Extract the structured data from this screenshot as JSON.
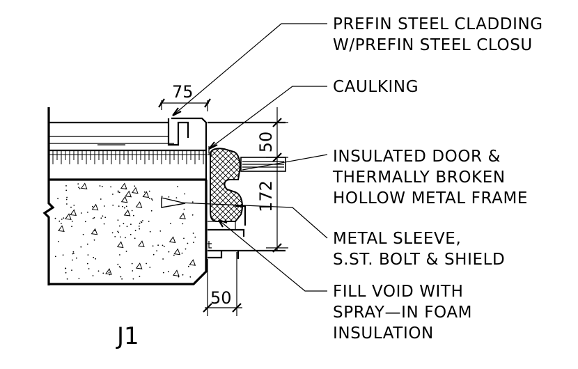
{
  "detail": {
    "tag": "J1",
    "notes": [
      {
        "lines": [
          "PREFIN STEEL CLADDING",
          "W/PREFIN STEEL CLOSU"
        ]
      },
      {
        "lines": [
          "CAULKING"
        ]
      },
      {
        "lines": [
          "INSULATED DOOR &",
          "THERMALLY BROKEN",
          "HOLLOW METAL FRAME"
        ]
      },
      {
        "lines": [
          "METAL SLEEVE,",
          "S.ST. BOLT & SHIELD"
        ]
      },
      {
        "lines": [
          "FILL VOID WITH",
          "SPRAY—IN FOAM",
          "INSULATION"
        ]
      }
    ],
    "dimensions": {
      "top_width": "75",
      "frame_upper": "50",
      "frame_lower": "172",
      "bottom_width": "50"
    }
  }
}
